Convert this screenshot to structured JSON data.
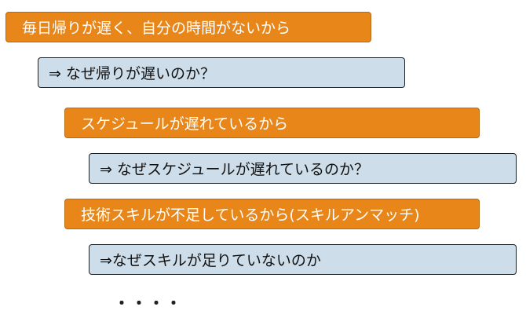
{
  "nodes": [
    {
      "id": "reason-1",
      "text": "毎日帰りが遅く、自分の時間がないから"
    },
    {
      "id": "question-1",
      "text": "⇒ なぜ帰りが遅いのか？"
    },
    {
      "id": "reason-2",
      "text": "スケジュールが遅れているから"
    },
    {
      "id": "question-2",
      "text": "⇒ なぜスケジュールが遅れているのか？"
    },
    {
      "id": "reason-3",
      "text": "技術スキルが不足しているから(スキルアンマッチ)"
    },
    {
      "id": "question-3",
      "text": "⇒なぜスキルが足りていないのか"
    }
  ],
  "continuation": "・・・・",
  "colors": {
    "reason_fill": "#e8861a",
    "question_fill": "#cddde9",
    "question_border": "#1f1f1f"
  }
}
